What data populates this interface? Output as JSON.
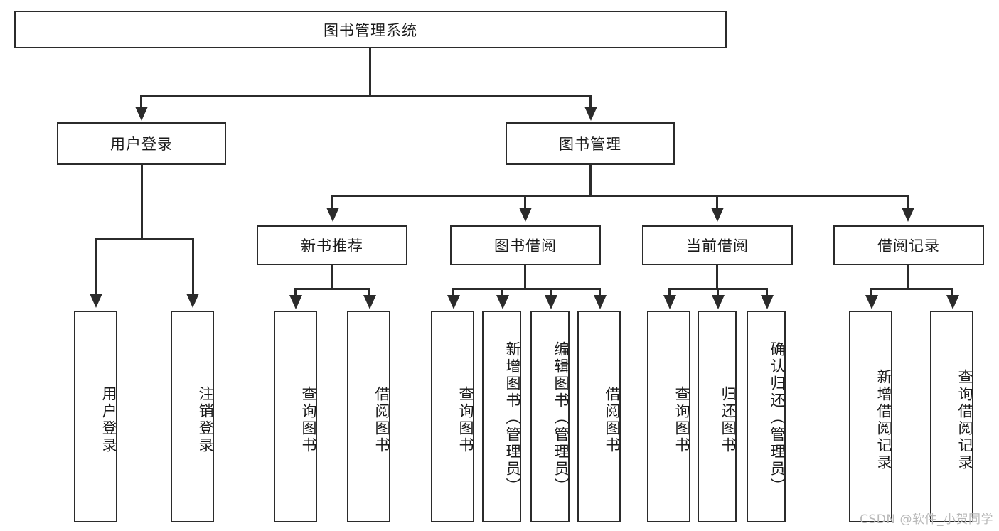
{
  "diagram": {
    "title_node": {
      "label": "图书管理系统"
    },
    "level2": [
      {
        "label": "用户登录"
      },
      {
        "label": "图书管理"
      }
    ],
    "level3": [
      {
        "label": "新书推荐"
      },
      {
        "label": "图书借阅"
      },
      {
        "label": "当前借阅"
      },
      {
        "label": "借阅记录"
      }
    ],
    "leaves": {
      "user_login": [
        {
          "label": "用户登录"
        },
        {
          "label": "注销登录"
        }
      ],
      "new_book_recommend": [
        {
          "label": "查询图书"
        },
        {
          "label": "借阅图书"
        }
      ],
      "book_borrow": [
        {
          "label": "查询图书"
        },
        {
          "label": "新增图书（管理员）"
        },
        {
          "label": "编辑图书（管理员）"
        },
        {
          "label": "借阅图书"
        }
      ],
      "current_borrow": [
        {
          "label": "查询图书"
        },
        {
          "label": "归还图书"
        },
        {
          "label": "确认归还（管理员）"
        }
      ],
      "borrow_records": [
        {
          "label": "新增借阅记录"
        },
        {
          "label": "查询借阅记录"
        }
      ]
    }
  },
  "watermark": {
    "text": "CSDN @软件_小贺同学"
  },
  "colors": {
    "border": "#2b2b2b",
    "background": "#ffffff",
    "text": "#1a1a1a",
    "watermark": "#b9b9b9"
  }
}
